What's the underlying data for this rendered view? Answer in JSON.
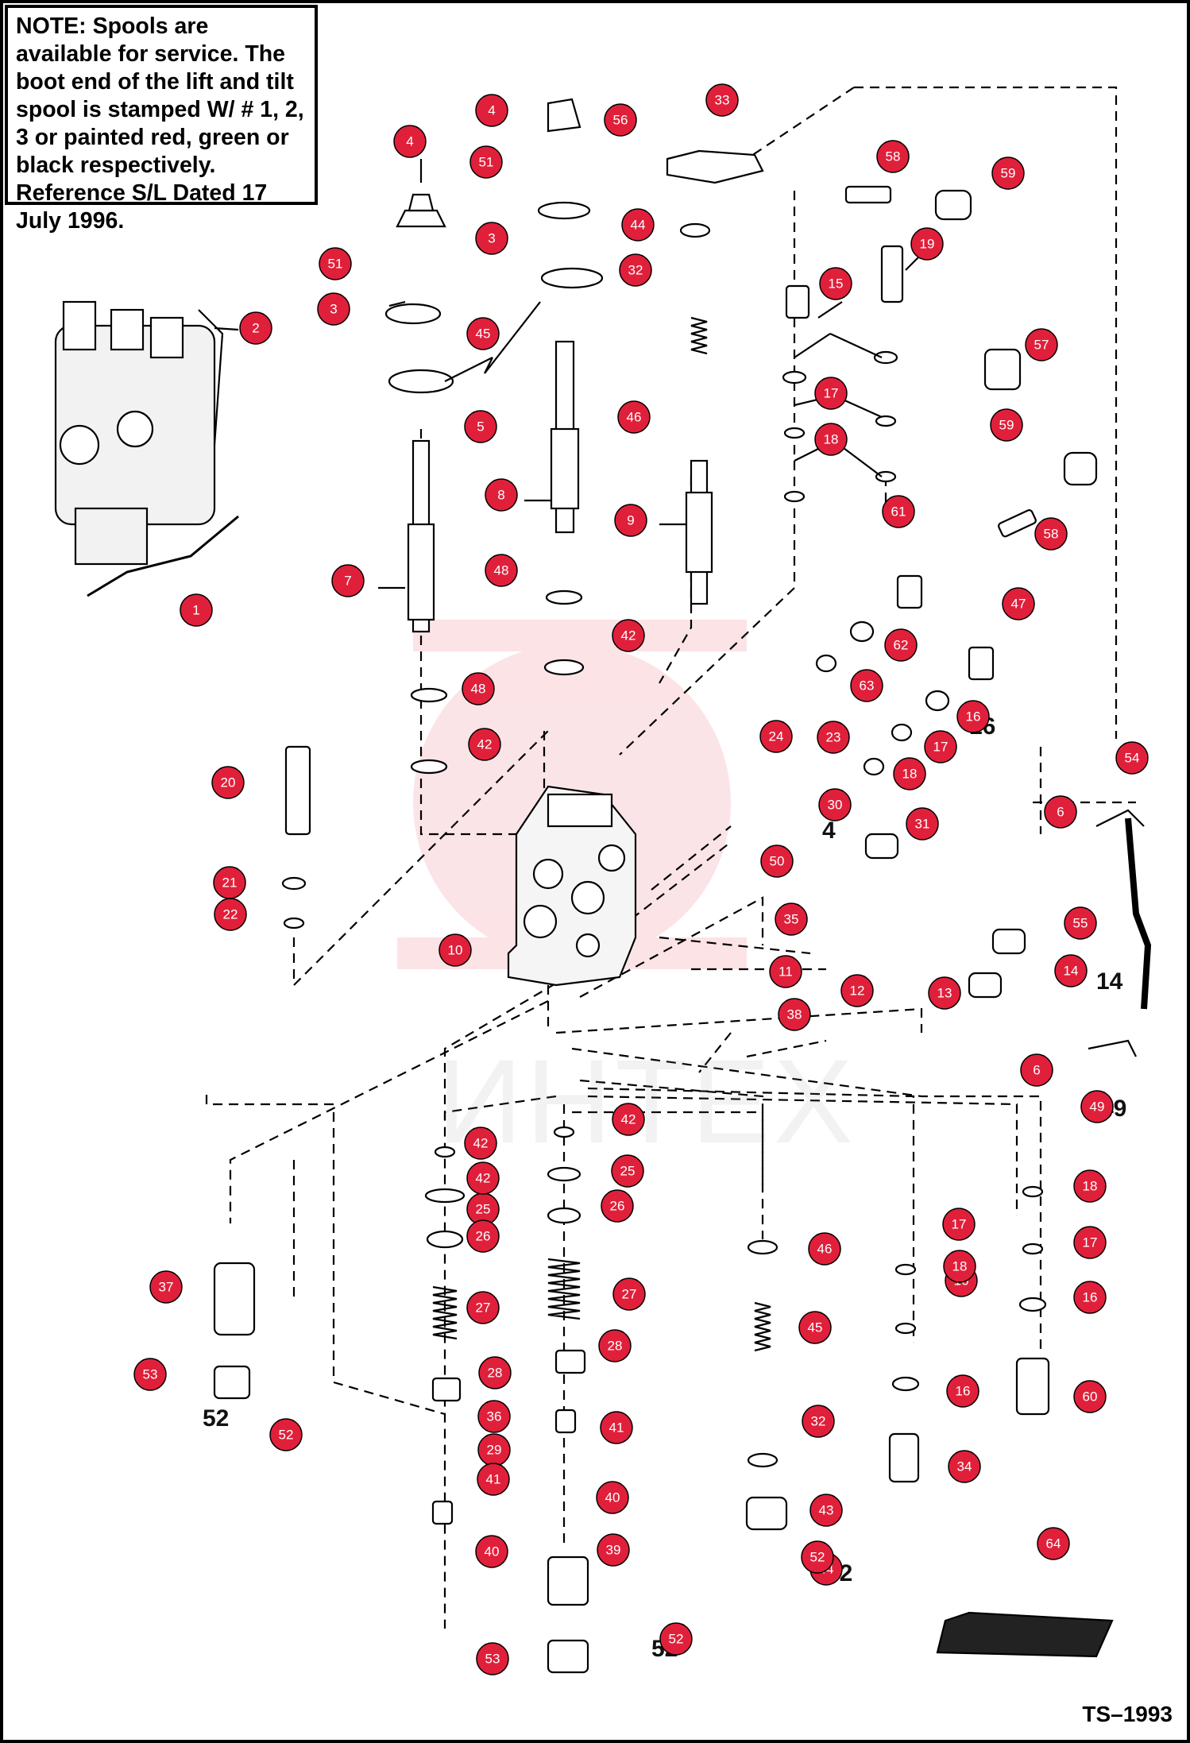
{
  "note": {
    "label": "NOTE:",
    "text": "Spools are available for service. The boot end of the lift and tilt spool is stamped W/ # 1, 2, 3 or painted red, green or black respectively. Reference S/L Dated 17 July 1996."
  },
  "figure_id": "TS–1993",
  "watermark_text": "ИНТЕХ",
  "callout_color": "#e0203a",
  "callouts": [
    "1",
    "2",
    "3",
    "3",
    "4",
    "4",
    "5",
    "6",
    "6",
    "7",
    "8",
    "9",
    "10",
    "11",
    "12",
    "13",
    "14",
    "15",
    "16",
    "16",
    "16",
    "16",
    "17",
    "17",
    "17",
    "17",
    "18",
    "18",
    "18",
    "18",
    "19",
    "20",
    "21",
    "22",
    "23",
    "24",
    "25",
    "25",
    "26",
    "26",
    "27",
    "27",
    "28",
    "28",
    "29",
    "30",
    "31",
    "32",
    "32",
    "33",
    "34",
    "35",
    "36",
    "37",
    "38",
    "39",
    "40",
    "40",
    "41",
    "41",
    "42",
    "42",
    "42",
    "42",
    "42",
    "43",
    "44",
    "44",
    "45",
    "45",
    "46",
    "46",
    "47",
    "48",
    "48",
    "49",
    "50",
    "51",
    "51",
    "52",
    "52",
    "52",
    "53",
    "53",
    "54",
    "55",
    "56",
    "57",
    "58",
    "58",
    "59",
    "59",
    "60",
    "61",
    "62",
    "63",
    "64"
  ]
}
